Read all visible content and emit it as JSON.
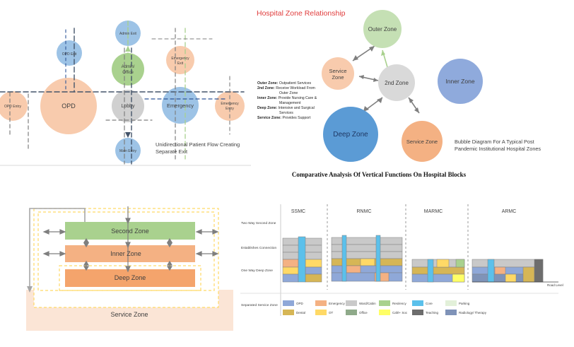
{
  "top_left": {
    "bubbles": {
      "opd_entry": "OPD Entry",
      "opd": "OPD",
      "opd_exit": "OPD Exit",
      "admin_exit": "Admin Exit",
      "admin_office": [
        "Admin/",
        "Office"
      ],
      "lobby": "Lobby",
      "main_entry": "Main Entry",
      "emergency_exit": [
        "Emergency",
        "Exit"
      ],
      "emergency": "Emergency",
      "emergency_entry": [
        "Emergency",
        "Entry"
      ]
    },
    "caption": [
      "Unidirectional Patient Flow Creating",
      "Separate Exit"
    ]
  },
  "top_right": {
    "title": "Hospital Zone Relationship",
    "legend": [
      {
        "term": "Outer Zone:",
        "desc": "Outpatient Services"
      },
      {
        "term": "2nd Zone:",
        "desc": "Receive Workload From"
      },
      {
        "term": "",
        "desc": "Outer Zone"
      },
      {
        "term": "Inner Zone:",
        "desc": "Provide Nursing Care &"
      },
      {
        "term": "",
        "desc": "Management"
      },
      {
        "term": "Deep Zone:",
        "desc": "Intensive and Surgical"
      },
      {
        "term": "",
        "desc": "Services"
      },
      {
        "term": "Service Zone:",
        "desc": "Provides Support"
      }
    ],
    "bubbles": {
      "outer": "Outer Zone",
      "service": [
        "Service",
        "Zone"
      ],
      "second": "2nd Zone",
      "inner": "Inner Zone",
      "deep": "Deep Zone",
      "service2": "Service Zone"
    },
    "caption": [
      "Bubble Diagram For A Typical Post",
      "Pandemic Institutional Hospital Zones"
    ]
  },
  "middle_title": "Comparative Analysis Of Vertical Functions On Hospital Blocks",
  "bottom_left": {
    "zones": {
      "second": "Second Zone",
      "inner": "Inner Zone",
      "deep": "Deep Zone",
      "service": "Service Zone"
    }
  },
  "bottom_right": {
    "row_labels": [
      "Two Way Second Zone",
      "Establishes Connection",
      "One Way Deep Zone",
      "Separated Service Zone"
    ],
    "hospitals": [
      "SSMC",
      "RNMC",
      "MARMC",
      "ARMC"
    ],
    "road_level": "Road Level",
    "legend": [
      {
        "label": "OPD",
        "color": "#8fa8d8"
      },
      {
        "label": "Emergency",
        "color": "#f4b183"
      },
      {
        "label": "Ward/Cabin",
        "color": "#c9c9c9"
      },
      {
        "label": "Resi/ency",
        "color": "#a9d18e"
      },
      {
        "label": "Core",
        "color": "#5bc0eb"
      },
      {
        "label": "Parking",
        "color": "#e2f0d9"
      },
      {
        "label": "Dental",
        "color": "#d6b656"
      },
      {
        "label": "OT",
        "color": "#ffd966"
      },
      {
        "label": "Office",
        "color": "#8faa8a"
      },
      {
        "label": "Café+ Soc",
        "color": "#ffff66"
      },
      {
        "label": "Teaching",
        "color": "#6d6d6d"
      },
      {
        "label": "Radiology/ Therapy",
        "color": "#7f93b8"
      }
    ]
  }
}
